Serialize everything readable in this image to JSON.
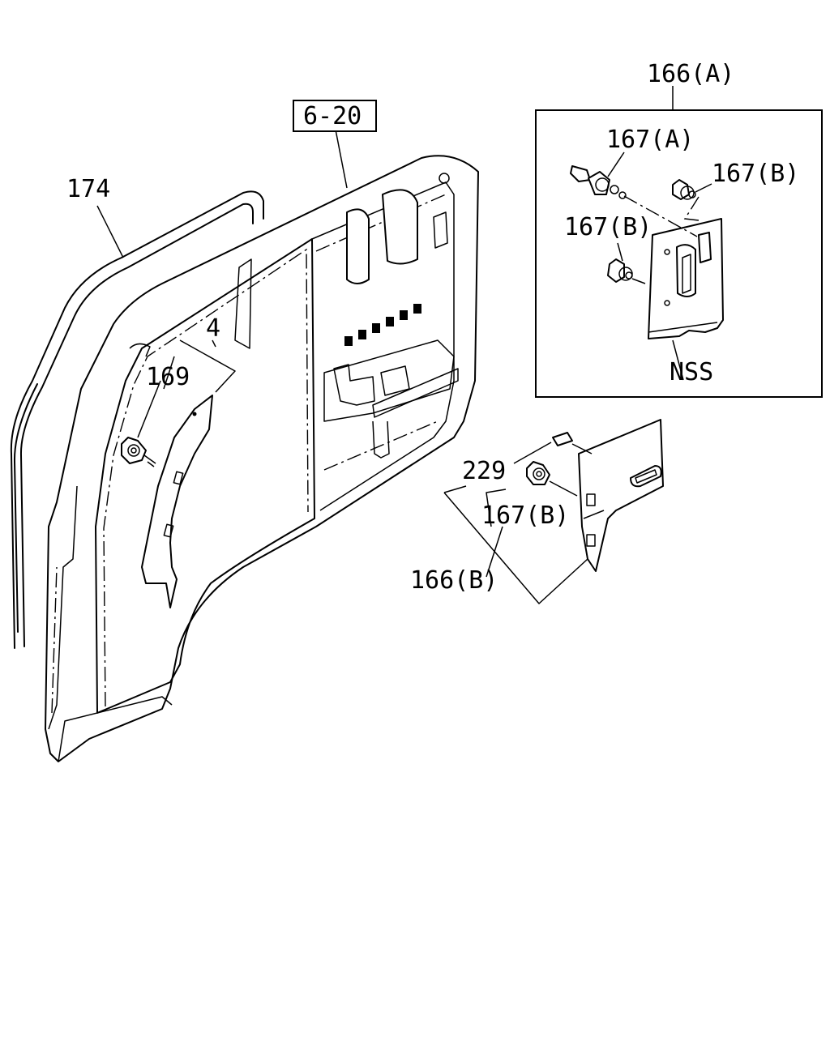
{
  "callouts": {
    "ref_6_20": "6-20",
    "p166a": "166(A)",
    "p167a": "167(A)",
    "p167b_top": "167(B)",
    "p167b_mid": "167(B)",
    "p174": "174",
    "p4": "4",
    "p169": "169",
    "nss": "NSS",
    "p229": "229",
    "p167b_low": "167(B)",
    "p166b": "166(B)"
  }
}
